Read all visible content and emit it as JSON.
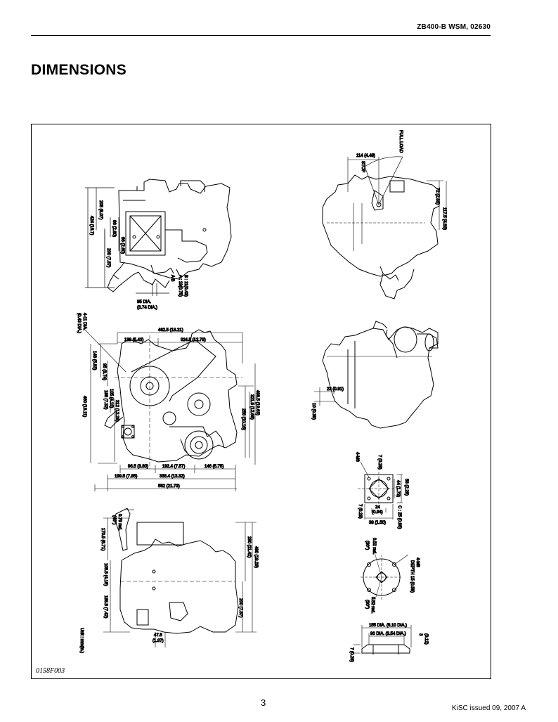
{
  "header": {
    "doc_id": "ZB400-B  WSM, 02630"
  },
  "page": {
    "title": "DIMENSIONS",
    "number": "3"
  },
  "figure": {
    "id": "0158F003",
    "unit_note": "Unit : mm(in.)",
    "labels": {
      "full_load": "FULL LOAD",
      "stop": "STOP",
      "d114": "114 (4.49)",
      "d72": "72 (2.83)",
      "d117": "117.5 (4.63)",
      "d205": "205 (8.07)",
      "d424": "424 (16.7)",
      "d200": "200 (7.87)",
      "d66a": "66 (2.60)",
      "d66b": "66 (2.60)",
      "ab": "A  B",
      "a_val": "A : 19(0.75)",
      "b_val": "B : 11(0.43)",
      "d95": "95 DIA.",
      "d95in": "(3.74 DIA.)",
      "holes": "4-11 DIA.",
      "holes_in": "(0.43 DIA.)",
      "d462": "462.5 (18.21)",
      "d138": "138 (5.43)",
      "d324": "324.5 (12.78)",
      "d148": "148 (5.83)",
      "d95b": "95 (3.74)",
      "d105": "105 (4.13)",
      "d186": "186 (7.32)",
      "d312": "312 (12.28)",
      "d460": "460 (18.11)",
      "d498": "498.5 (19.63)",
      "d321": "321.5 (12.66)",
      "d258": "258 (10.16)",
      "d96": "96.5 (3.80)",
      "d192": "192.4 (7.57)",
      "d146": "146 (5.75)",
      "d199": "199.5 (7.85)",
      "d338": "338.4 (13.32)",
      "d552": "552 (21.73)",
      "d23": "23 (0.91)",
      "d10": "10 (0.39)",
      "m6": "4-M6",
      "d58": "58 (2.28)",
      "d44": "44 (1.73)",
      "d24": "24",
      "d24in": "(0.94)",
      "d38": "38 (1.50)",
      "d25": "C : 25 (0.98)",
      "d7": "7 (0.28)",
      "d7b": "7 (0.28)",
      "rad": "0.52 rad.",
      "deg": "(30°)",
      "rad2": "0.52 rad.",
      "deg2": "(30°)",
      "m8": "4-M8",
      "depth": "DEPTH 15 (0.59)",
      "d155": "155 DIA. (6.10 DIA.)",
      "d90": "90 DIA. (3.54 DIA.)",
      "d3": "3",
      "d3in": "(0.12)",
      "d7c": "7 (0.28)",
      "rad3": "0.79 rad.",
      "deg3": "(45°)",
      "d170": "170.5 (6.71)",
      "d105b": "105.5 (4.15)",
      "d188": "188.5 (7.42)",
      "d47": "47.5",
      "d47in": "(1.87)",
      "d290": "290 (11.42)",
      "d490": "490 (19.29)",
      "d200b": "200 (7.87)"
    }
  },
  "footer": {
    "issue": "KiSC issued 09, 2007 A"
  }
}
